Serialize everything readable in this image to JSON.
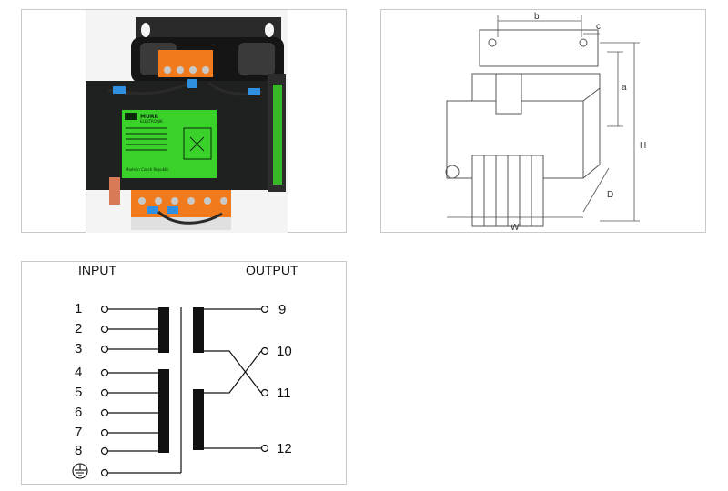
{
  "photo": {
    "brand": "MURR",
    "brand_sub": "ELEKTRONIK",
    "made_in": "Made in Czech Republic",
    "colors": {
      "body": "#1f2020",
      "terminal": "#f07a1c",
      "label": "#39d12a",
      "connector": "#2f8fe0"
    }
  },
  "dimensions": {
    "b": "b",
    "c": "c",
    "a": "a",
    "h": "H",
    "d": "D",
    "w": "W"
  },
  "wiring": {
    "input_title": "INPUT",
    "output_title": "OUTPUT",
    "input_terminals": [
      "1",
      "2",
      "3",
      "4",
      "5",
      "6",
      "7",
      "8"
    ],
    "output_terminals": [
      "9",
      "10",
      "11",
      "12"
    ]
  }
}
